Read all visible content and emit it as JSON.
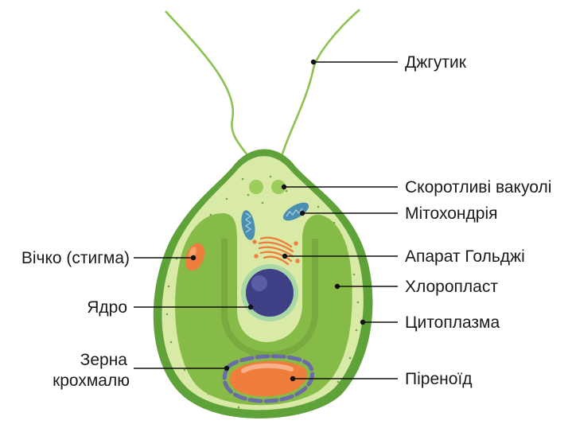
{
  "labels": {
    "flagellum": "Джгутик",
    "contractile_vacuoles": "Скоротливі вакуолі",
    "mitochondrion": "Мітохондрія",
    "golgi": "Апарат Гольджі",
    "chloroplast": "Хлоропласт",
    "cytoplasm": "Цитоплазма",
    "pyrenoid": "Піреноїд",
    "eyespot": "Вічко (стигма)",
    "nucleus": "Ядро",
    "starch_line1": "Зерна",
    "starch_line2": "крохмалю"
  },
  "colors": {
    "cell_wall": "#5fa23a",
    "cytoplasm": "#d9eaa6",
    "chloroplast": "#86bb47",
    "nucleus": "#3f3f86",
    "eyespot": "#ef7d3c",
    "pyrenoid": "#ef7d3c",
    "mitochondria": "#4b8fb0",
    "flagella": "#8cc350"
  }
}
